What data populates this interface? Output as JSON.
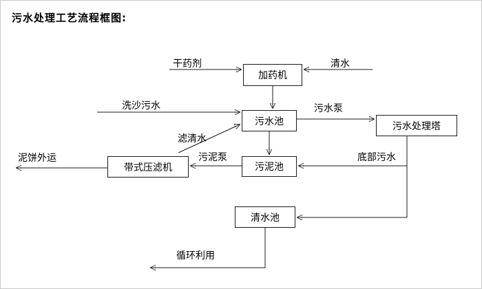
{
  "page": {
    "title": "污水处理工艺流程框图:"
  },
  "diagram": {
    "nodes": {
      "dosing_machine": "加药机",
      "sewage_pool": "污水池",
      "treatment_tower": "污水处理塔",
      "sludge_pool": "污泥池",
      "belt_filter_press": "带式压滤机",
      "clean_water_pool": "清水池"
    },
    "flow_labels": {
      "dry_chemical": "干药剂",
      "clean_water": "清水",
      "sand_washing_sewage": "洗沙污水",
      "sewage_pump": "污水泵",
      "filtered_water": "滤清水",
      "sludge_pump": "污泥泵",
      "bottom_sewage": "底部污水",
      "mud_cake_outbound": "泥饼外运",
      "recycle_use": "循环利用"
    },
    "colors": {
      "line": "#1a1a1a",
      "box_border": "#1a1a1a",
      "text": "#000000"
    }
  }
}
